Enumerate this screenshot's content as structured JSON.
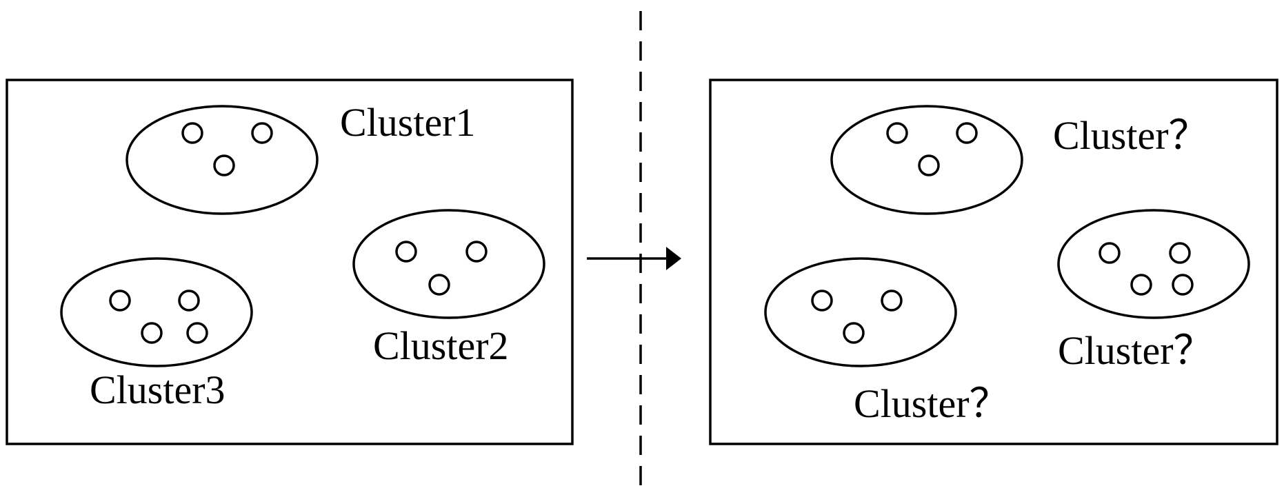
{
  "left_panel": {
    "clusters": [
      {
        "id": "cluster-1",
        "label": "Cluster1",
        "point_count": 3
      },
      {
        "id": "cluster-2",
        "label": "Cluster2",
        "point_count": 3
      },
      {
        "id": "cluster-3",
        "label": "Cluster3",
        "point_count": 4
      }
    ]
  },
  "right_panel": {
    "clusters": [
      {
        "id": "cluster-a",
        "label": "Cluster？",
        "point_count": 3
      },
      {
        "id": "cluster-b",
        "label": "Cluster？",
        "point_count": 4
      },
      {
        "id": "cluster-c",
        "label": "Cluster？",
        "point_count": 3
      }
    ]
  },
  "colors": {
    "stroke": "#000000",
    "background": "#ffffff"
  }
}
